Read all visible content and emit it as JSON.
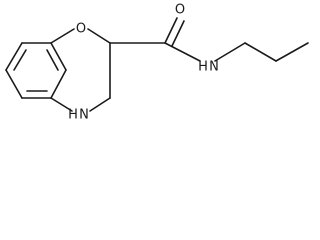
{
  "molecule": {
    "atoms": {
      "oxygen_ring": "O",
      "oxygen_carbonyl": "O",
      "nitrogen_amide": "N",
      "hydrogen_amide": "H",
      "nitrogen_ring": "N",
      "hydrogen_ring": "H"
    },
    "colors": {
      "bond": "#1a1a1a",
      "label": "#1a1a1a",
      "background": "#ffffff"
    }
  }
}
